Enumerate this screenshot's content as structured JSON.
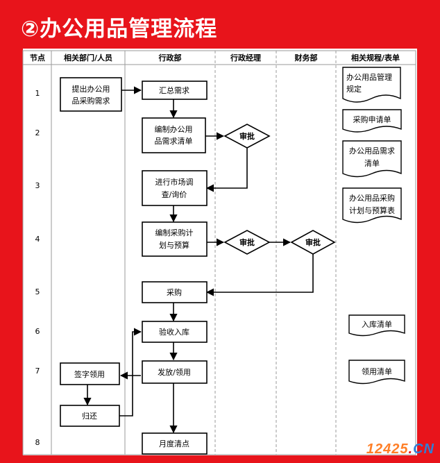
{
  "title": "②办公用品管理流程",
  "headers": [
    "节点",
    "相关部门/人员",
    "行政部",
    "行政经理",
    "财务部",
    "相关规程/表单"
  ],
  "nodes": [
    "1",
    "2",
    "3",
    "4",
    "5",
    "6",
    "7",
    "8"
  ],
  "boxes": {
    "propose": [
      "提出办公用",
      "品采购需求"
    ],
    "summarize": [
      "汇总需求"
    ],
    "compile_list": [
      "编制办公用",
      "品需求清单"
    ],
    "market_survey": [
      "进行市场调",
      "查/询价"
    ],
    "compile_plan": [
      "编制采购计",
      "划与预算"
    ],
    "purchase": [
      "采购"
    ],
    "inspect": [
      "验收入库"
    ],
    "issue": [
      "发放/领用"
    ],
    "monthly_count": [
      "月度清点"
    ],
    "sign": [
      "签字领用"
    ],
    "return": [
      "归还"
    ]
  },
  "decisions": {
    "approve_1": "审批",
    "approve_2": "审批",
    "approve_3": "审批"
  },
  "docs": {
    "rules": [
      "办公用品管理",
      "规定"
    ],
    "purchase_form": [
      "采购申请单"
    ],
    "demand_list": [
      "办公用品需求",
      "清单"
    ],
    "plan_budget": [
      "办公用品采购",
      "计划与预算表"
    ],
    "stock_in": [
      "入库清单"
    ],
    "issue_list": [
      "领用清单"
    ]
  },
  "watermark": {
    "digits": "12425",
    "dot": ".",
    "suffix": "CN"
  },
  "colors": {
    "background": "#e8141b",
    "panel": "#ffffff",
    "line": "#000000",
    "watermark_digits": "#ff7f27",
    "watermark_suffix": "#2f7fd6"
  }
}
